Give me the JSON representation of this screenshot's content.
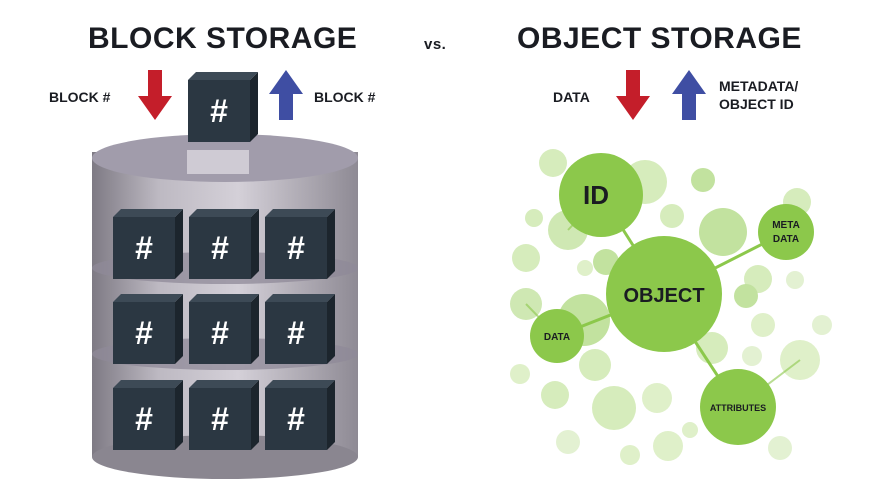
{
  "block_storage": {
    "title": "BLOCK STORAGE",
    "in_label": "BLOCK #",
    "out_label": "BLOCK #",
    "block_symbol": "#"
  },
  "vs_label": "vs.",
  "object_storage": {
    "title": "OBJECT STORAGE",
    "in_label": "DATA",
    "out_label_line1": "METADATA/",
    "out_label_line2": "OBJECT ID",
    "center_node": "OBJECT",
    "id_node": "ID",
    "meta_node_line1": "META",
    "meta_node_line2": "DATA",
    "data_node": "DATA",
    "attributes_node": "ATTRIBUTES"
  },
  "colors": {
    "down_arrow": "#c41e2a",
    "up_arrow": "#3f4ea3",
    "cube": "#2b3742",
    "green": "#8cc84b",
    "green_pale": "#d6ecbc"
  }
}
